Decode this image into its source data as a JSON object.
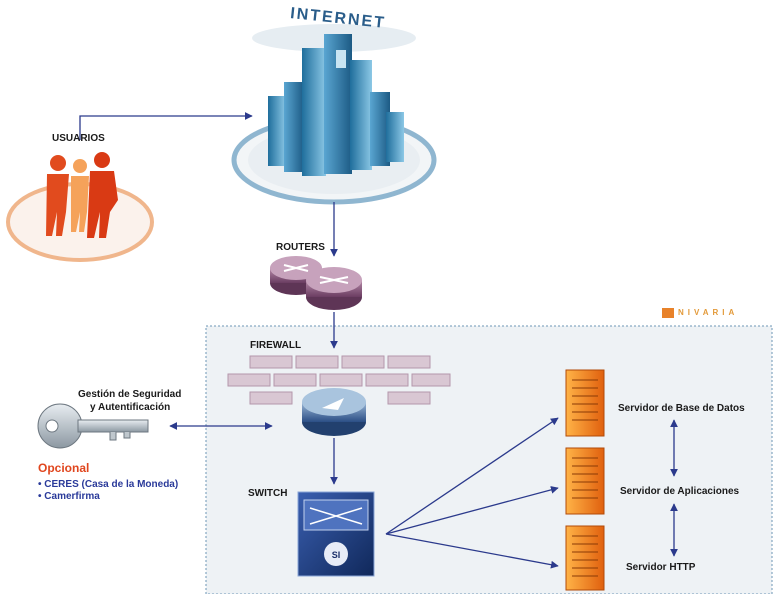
{
  "internet": {
    "label": "INTERNET"
  },
  "users": {
    "label": "USUARIOS"
  },
  "routers": {
    "label": "ROUTERS"
  },
  "firewall": {
    "label": "FIREWALL"
  },
  "switch": {
    "label": "SWITCH",
    "logo_text": "SI"
  },
  "security": {
    "title_line1": "Gestión de Seguridad",
    "title_line2": "y Autentificación",
    "optional_label": "Opcional",
    "options": [
      "• CERES (Casa de la Moneda)",
      "• Camerfirma"
    ]
  },
  "servers": {
    "database": "Servidor de Base de Datos",
    "applications": "Servidor de Aplicaciones",
    "http": "Servidor HTTP"
  },
  "brand": {
    "name": "NIVARIA",
    "subline": ""
  },
  "colors": {
    "line": "#2b3a8c",
    "panel": "#eef2f5",
    "panel_border": "#6e97b6",
    "server": "#f07a1a",
    "optional": "#e0461e",
    "list": "#2a3a9a",
    "building": "#3a86b8"
  }
}
